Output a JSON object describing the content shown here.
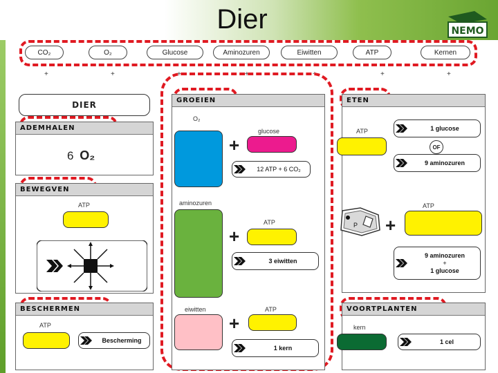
{
  "title": "Dier",
  "logo": {
    "text": "NEMO"
  },
  "legend_pills": [
    "CO₂",
    "O₂",
    "Glucose",
    "Aminozuren",
    "Eiwitten",
    "ATP",
    "Kernen"
  ],
  "plus_sign": "+",
  "dier_box": "DIER",
  "ademhalen": {
    "header": "ADEMHALEN",
    "amount": "6",
    "molecule": "O₂"
  },
  "bewegen": {
    "header": "BEWEGVEN",
    "atp_label": "ATP"
  },
  "beschermen": {
    "header": "BESCHERMEN",
    "atp_label": "ATP",
    "result": "Bescherming"
  },
  "groeien": {
    "header": "GROEIEN",
    "o2_label": "O₂",
    "glucose_label": "glucose",
    "result1": "12 ATP + 6 CO₂",
    "aminozuren_label": "aminozuren",
    "atp_label": "ATP",
    "result2": "3 eiwitten",
    "eiwitten_label": "eiwitten",
    "atp_label2": "ATP",
    "result3": "1 kern"
  },
  "eten": {
    "header": "ETEN",
    "atp_label": "ATP",
    "glucose_result": "1 glucose",
    "of_label": "OF",
    "amino_result": "9 aminozuren",
    "atp_label2": "ATP",
    "cell_letter": "P",
    "combo_line1": "9 aminozuren",
    "combo_plus": "+",
    "combo_line2": "1 glucose"
  },
  "voortplanten": {
    "header": "VOORTPLANTEN",
    "kern_label": "kern",
    "result": "1 cel"
  },
  "colors": {
    "yellow": "#fff200",
    "blue": "#0099dd",
    "green": "#6ab23e",
    "pink": "#ffc0c6",
    "magenta": "#ec1b8e",
    "dark_green": "#0b6b33",
    "dash_red": "#e01a22"
  }
}
